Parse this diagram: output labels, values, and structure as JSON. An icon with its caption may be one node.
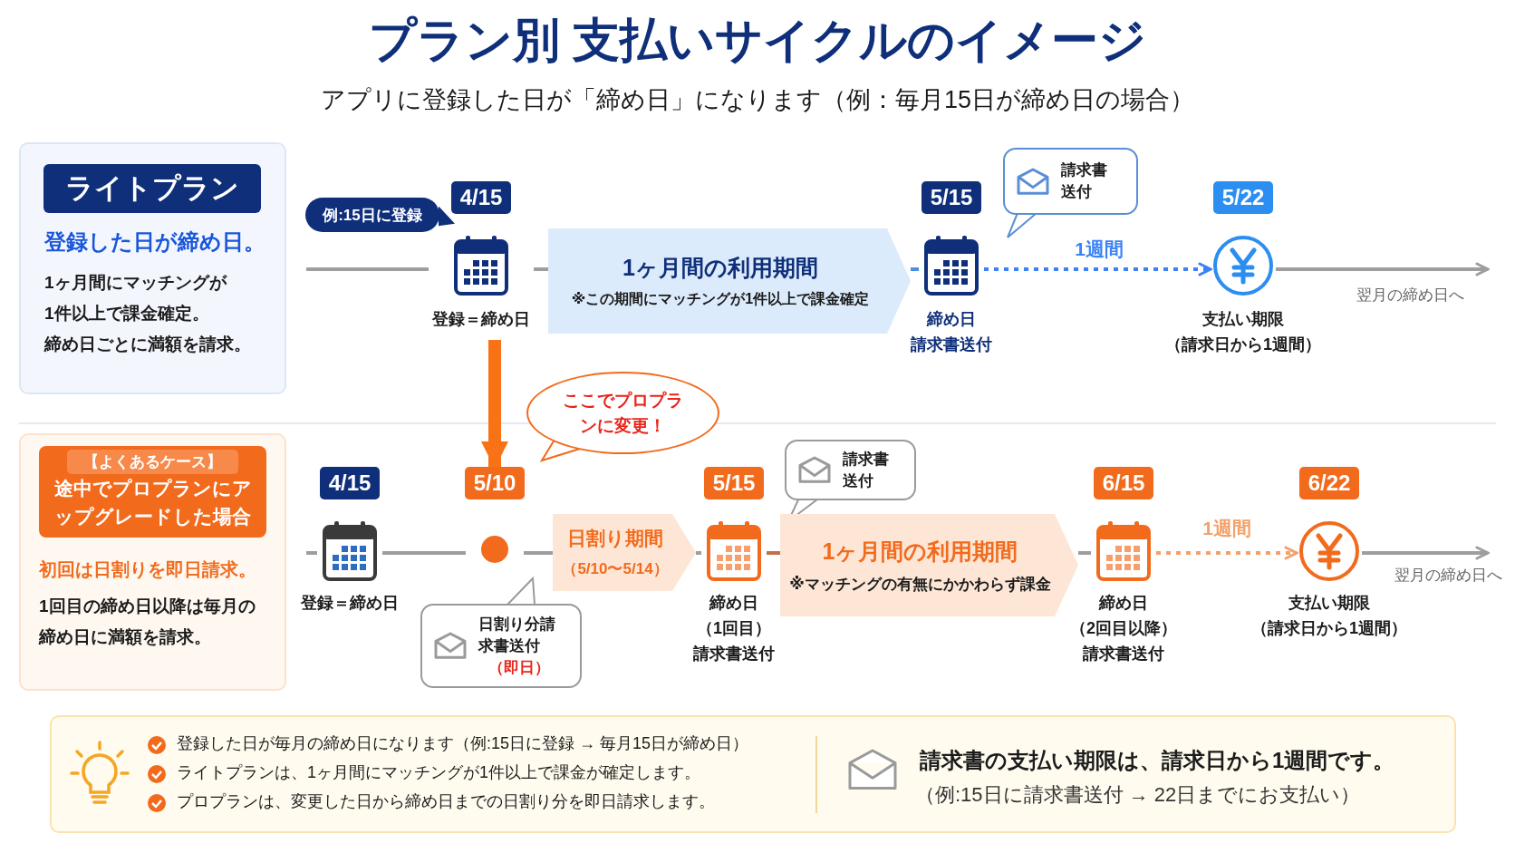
{
  "diagram": {
    "title": "プラン別 支払いサイクルのイメージ",
    "nodes": [
      {
        "text": [
          "ライトプラン",
          "登録した日が締め日。",
          "1ヶ月間にマッチングが1件以上で課金確定。",
          "締め日ごとに満額を請求。"
        ]
      },
      {
        "text": [
          "例:15日に登録"
        ]
      },
      {
        "text": [
          "4/15",
          "登録＝締め日"
        ]
      },
      {
        "text": [
          "1ヶ月間の利用期間",
          "※この期間にマッチングが1件以上で課金確定"
        ]
      },
      {
        "text": [
          "5/15"
        ],
        "beside": [
          "締め日",
          "請求書送付"
        ]
      },
      {
        "text": [
          "請求書送付"
        ]
      },
      {
        "text": [
          "5/22"
        ],
        "beside": [
          "支払い期限",
          "（請求日から1週間）"
        ]
      },
      {
        "text": [
          "【よくあるケース】",
          "途中でプロプランにアップグレードした場合",
          "初回は日割りを即日請求。",
          "1回目の締め日以降は毎月の締め日に満額を請求。"
        ]
      },
      {
        "text": [
          "ここでプロプランに変更！"
        ]
      },
      {
        "text": [
          "4/15"
        ],
        "beside": [
          "登録＝締め日"
        ]
      },
      {
        "text": [
          "5/10"
        ]
      },
      {
        "text": [
          "日割り分請求書送付",
          "（即日）"
        ]
      },
      {
        "text": [
          "日割り期間",
          "（5/10〜5/14）"
        ]
      },
      {
        "text": [
          "5/15"
        ],
        "beside": [
          "締め日",
          "（1回目）",
          "請求書送付"
        ]
      },
      {
        "text": [
          "請求書送付"
        ]
      },
      {
        "text": [
          "1ヶ月間の利用期間",
          "※マッチングの有無にかかわらず課金"
        ]
      },
      {
        "text": [
          "6/15"
        ],
        "beside": [
          "締め日",
          "（2回目以降）",
          "請求書送付"
        ]
      },
      {
        "text": [
          "6/22"
        ],
        "beside": [
          "支払い期限",
          "（請求日から1週間）"
        ]
      }
    ],
    "edges": [
      {
        "from": null,
        "to": 2,
        "arrow": "none"
      },
      {
        "from": 2,
        "to": 3,
        "arrow": "none"
      },
      {
        "from": 3,
        "to": 4,
        "arrow": "none",
        "color": "#4a90e2"
      },
      {
        "from": 4,
        "to": 6,
        "arrow": "to",
        "style": "dashed",
        "color": "#3b82f6",
        "label": "1週間"
      },
      {
        "from": 6,
        "to": null,
        "arrow": "to",
        "label": "翌月の締め日へ"
      },
      {
        "from": 2,
        "to": 10,
        "arrow": "to",
        "style": "thick",
        "color": "#f97316"
      },
      {
        "from": null,
        "to": 9,
        "arrow": "none"
      },
      {
        "from": 9,
        "to": 10,
        "arrow": "none"
      },
      {
        "from": 10,
        "to": 12,
        "arrow": "none"
      },
      {
        "from": 12,
        "to": 13,
        "arrow": "none"
      },
      {
        "from": 13,
        "to": 15,
        "arrow": "none",
        "color": "#c0704a"
      },
      {
        "from": 15,
        "to": 16,
        "arrow": "none"
      },
      {
        "from": 16,
        "to": 17,
        "arrow": "to",
        "style": "dashed",
        "color": "#f4a06a",
        "label": "1週間"
      },
      {
        "from": 17,
        "to": null,
        "arrow": "to",
        "label": "翌月の締め日へ"
      }
    ],
    "labels": [
      "アプリに登録した日が「締め日」になります（例：毎月15日が締め日の場合）",
      "登録した日が毎月の締め日になります（例:15日に登録 → 毎月15日が締め日）",
      "ライトプランは、1ヶ月間にマッチングが1件以上で課金が確定します。",
      "プロプランは、変更した日から締め日までの日割り分を即日請求します。",
      "請求書の支払い期限は、請求日から1週間です。",
      "（例:15日に請求書送付 → 22日までにお支払い）"
    ]
  }
}
